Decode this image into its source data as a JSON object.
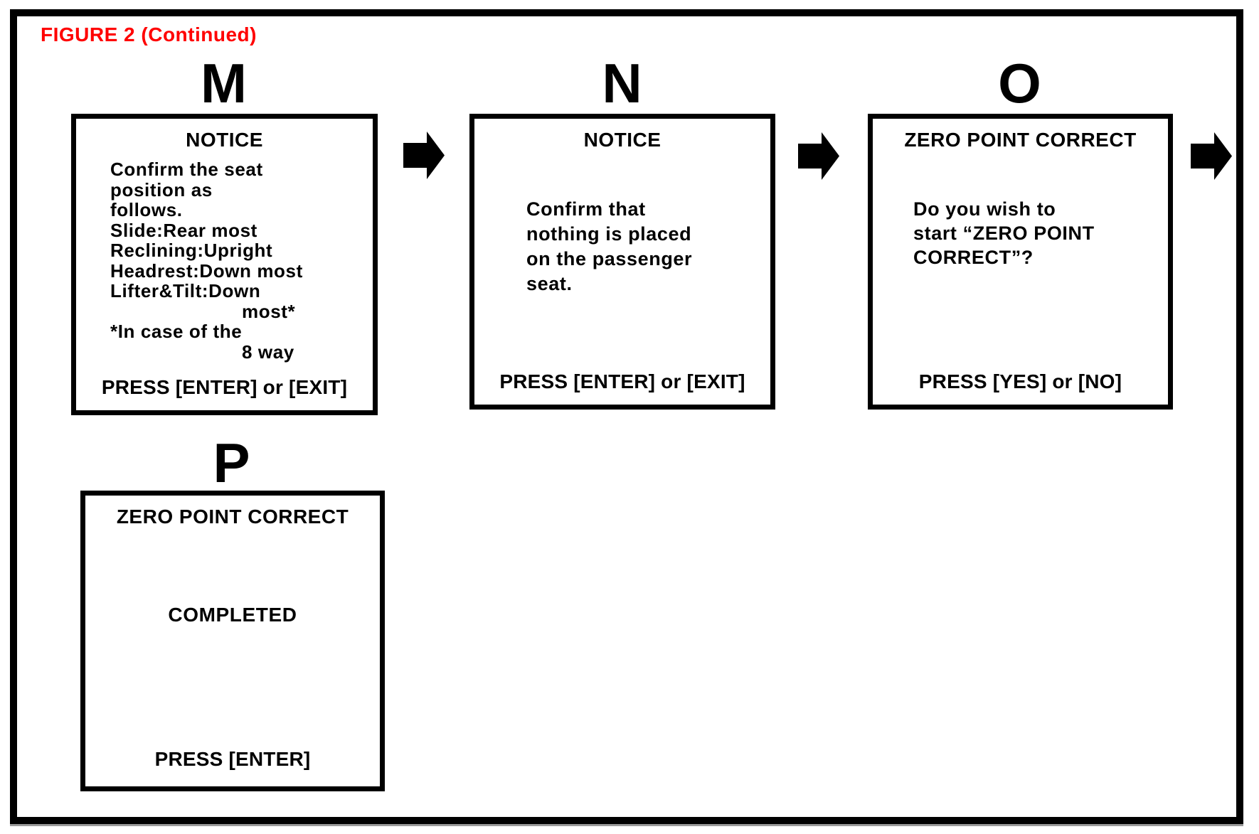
{
  "figure": {
    "title": "FIGURE 2 (Continued)"
  },
  "colors": {
    "title_red": "#ff0000",
    "ink": "#000000",
    "background": "#ffffff"
  },
  "flow": {
    "arrow_icon": "right-block-arrow",
    "arrow_count": 3
  },
  "screens": {
    "m": {
      "label": "M",
      "title": "NOTICE",
      "body": [
        "Confirm the seat",
        "position as",
        "follows.",
        "Slide:Rear most",
        "Reclining:Upright",
        "Headrest:Down most",
        "Lifter&Tilt:Down",
        "most*",
        "*In case of the",
        "8 way"
      ],
      "press": "PRESS [ENTER] or [EXIT]"
    },
    "n": {
      "label": "N",
      "title": "NOTICE",
      "body": [
        "Confirm that",
        "nothing is placed",
        "on the passenger",
        "seat."
      ],
      "press": "PRESS [ENTER] or [EXIT]"
    },
    "o": {
      "label": "O",
      "title": "ZERO POINT CORRECT",
      "body": [
        "Do you wish to",
        "start “ZERO POINT",
        "CORRECT”?"
      ],
      "press": "PRESS [YES] or [NO]"
    },
    "p": {
      "label": "P",
      "title": "ZERO POINT CORRECT",
      "body": [
        "COMPLETED"
      ],
      "press": "PRESS [ENTER]"
    }
  }
}
